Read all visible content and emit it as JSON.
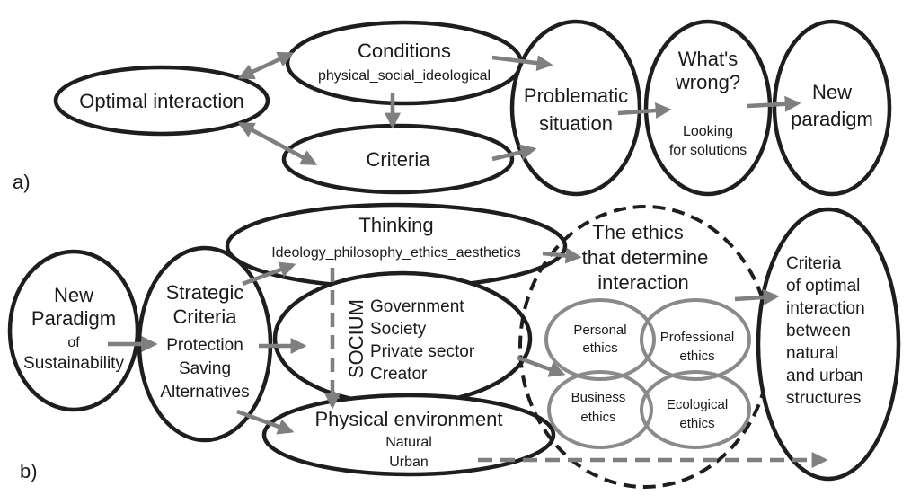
{
  "panel_a": {
    "label": "a)",
    "optimal_interaction": "Optimal interaction",
    "conditions": {
      "title": "Conditions",
      "sub": "physical_social_ideological"
    },
    "criteria": "Criteria",
    "problematic": [
      "Problematic",
      "situation"
    ],
    "whats_wrong": {
      "title": [
        "What's",
        "wrong?"
      ],
      "sub": [
        "Looking",
        "for solutions"
      ]
    },
    "new_paradigm": [
      "New",
      "paradigm"
    ]
  },
  "panel_b": {
    "label": "b)",
    "new_paradigm": {
      "title": [
        "New",
        "Paradigm"
      ],
      "sub": [
        "of",
        "Sustainability"
      ]
    },
    "strategic": {
      "title": [
        "Strategic",
        "Criteria"
      ],
      "items": [
        "Protection",
        "Saving",
        "Alternatives"
      ]
    },
    "thinking": {
      "title": "Thinking",
      "sub": "Ideology_philosophy_ethics_aesthetics"
    },
    "socium": {
      "vertical_label": "SOCIUM",
      "items": [
        "Government",
        "Society",
        "Private sector",
        "Creator"
      ]
    },
    "physical": {
      "title": "Physical environment",
      "items": [
        "Natural",
        "Urban"
      ]
    },
    "ethics_title": [
      "The ethics",
      "that determine",
      "interaction"
    ],
    "ethics": {
      "personal": [
        "Personal",
        "ethics"
      ],
      "professional": [
        "Professional",
        "ethics"
      ],
      "business": [
        "Business",
        "ethics"
      ],
      "ecological": [
        "Ecological",
        "ethics"
      ]
    },
    "criteria_optimal": [
      "Criteria",
      "of optimal",
      "interaction",
      "between",
      "natural",
      "and urban",
      "structures"
    ]
  }
}
